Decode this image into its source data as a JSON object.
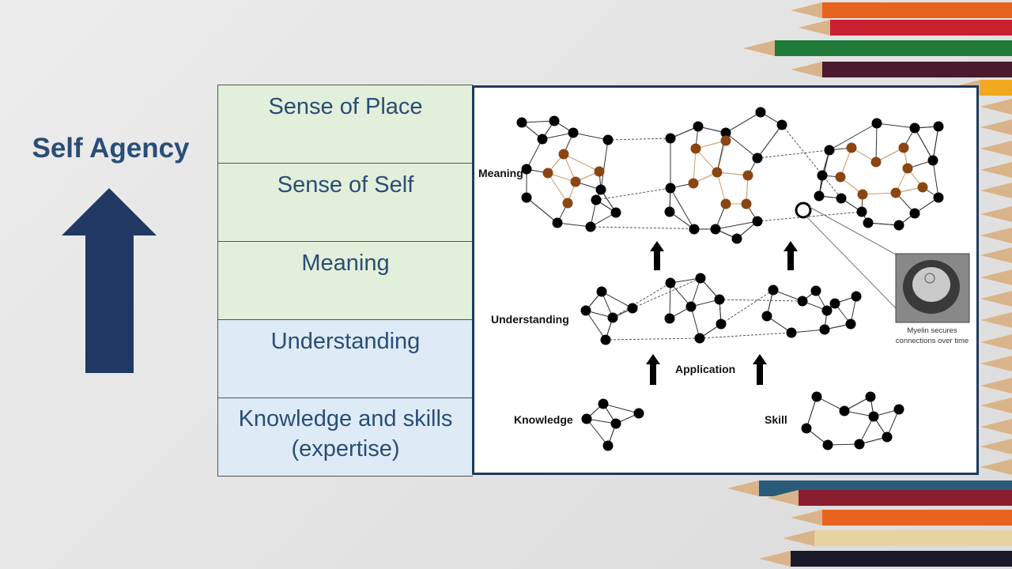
{
  "slide": {
    "title": "Self Agency",
    "levels": [
      {
        "label": "Sense of Place",
        "tone": "green"
      },
      {
        "label": "Sense of Self",
        "tone": "green"
      },
      {
        "label": "Meaning",
        "tone": "green"
      },
      {
        "label": "Understanding",
        "tone": "blue"
      },
      {
        "label": "Knowledge and skills (expertise)",
        "tone": "blue"
      }
    ]
  },
  "figure": {
    "meaning": "Meaning",
    "understanding": "Understanding",
    "application": "Application",
    "knowledge": "Knowledge",
    "skill": "Skill",
    "caption_line1": "Myelin secures",
    "caption_line2": "connections over time"
  },
  "colors": {
    "accent": "#2a4d76",
    "green_cell": "#e2efda",
    "blue_cell": "#deebf7",
    "node": "#000000",
    "node_highlight": "#8b4513"
  }
}
